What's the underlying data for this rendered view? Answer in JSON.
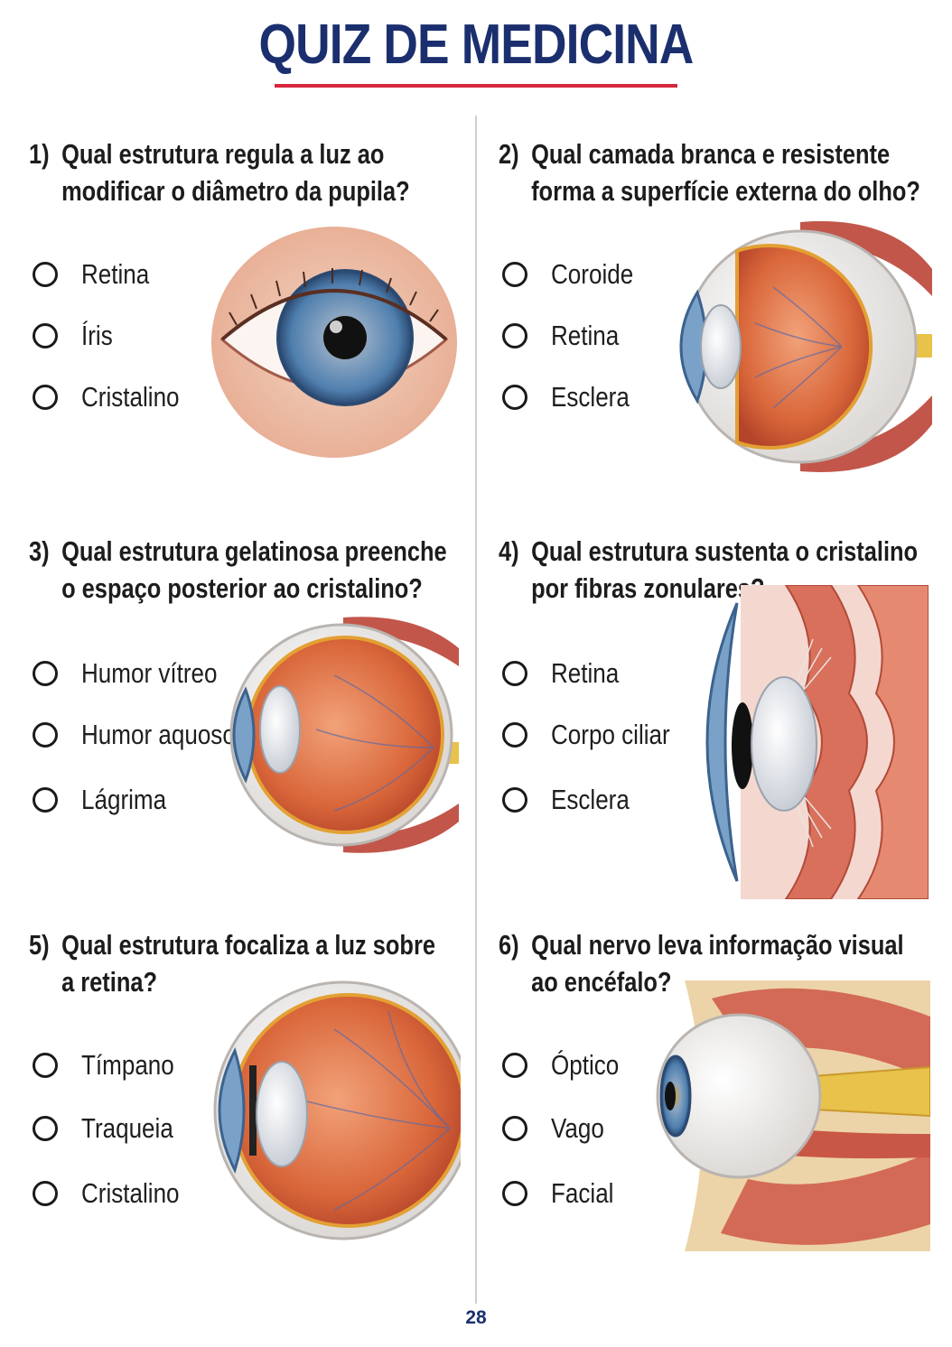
{
  "title": "QUIZ DE MEDICINA",
  "page_number": "28",
  "colors": {
    "title": "#1b2f6e",
    "rule": "#d7263d",
    "iris": "#4f7fae",
    "tissue": "#d9663a"
  },
  "questions": [
    {
      "number": "1)",
      "line1": "Qual estrutura regula a luz ao",
      "line2": "modificar o diâmetro da pupila?",
      "options": [
        "Retina",
        "Íris",
        "Cristalino"
      ],
      "illustration": "external-eye-front-view"
    },
    {
      "number": "2)",
      "line1": "Qual camada branca e resistente",
      "line2": "forma a superfície externa do olho?",
      "options": [
        "Coroide",
        "Retina",
        "Esclera"
      ],
      "illustration": "eyeball-cross-section"
    },
    {
      "number": "3)",
      "line1": "Qual estrutura gelatinosa preenche",
      "line2": "o espaço posterior ao cristalino?",
      "options": [
        "Humor vítreo",
        "Humor aquoso",
        "Lágrima"
      ],
      "illustration": "eyeball-cross-section"
    },
    {
      "number": "4)",
      "line1": "Qual estrutura sustenta o cristalino",
      "line2": "por fibras zonulares?",
      "options": [
        "Retina",
        "Corpo ciliar",
        "Esclera"
      ],
      "illustration": "ciliary-body-zonular-fibers"
    },
    {
      "number": "5)",
      "line1": "Qual estrutura focaliza a luz sobre",
      "line2": "a retina?",
      "options": [
        "Tímpano",
        "Traqueia",
        "Cristalino"
      ],
      "illustration": "eyeball-cross-section"
    },
    {
      "number": "6)",
      "line1": "Qual nervo leva informação visual",
      "line2": "ao encéfalo?",
      "options": [
        "Óptico",
        "Vago",
        "Facial"
      ],
      "illustration": "eye-orbit-optic-nerve"
    }
  ]
}
